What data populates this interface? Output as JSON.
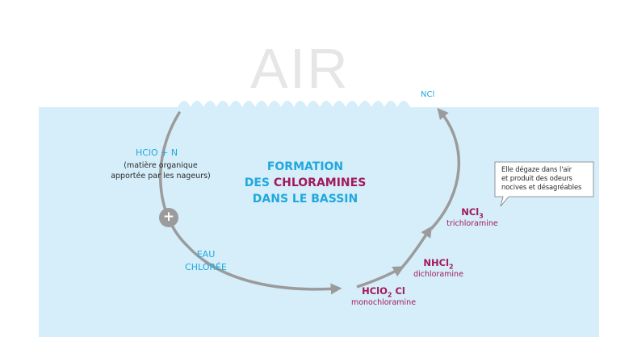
{
  "air_label": "AIR",
  "top_product": "NCl",
  "reactant": {
    "title": "HClO + N",
    "note_line1": "(matière organique",
    "note_line2": "apportée par les nageurs)"
  },
  "title": {
    "line1": "FORMATION",
    "line2_prefix": "DES ",
    "line2_highlight": "CHLORAMINES",
    "line3": "DANS LE BASSIN"
  },
  "eau_line1": "EAU",
  "eau_line2": "CHLORÉE",
  "plus_symbol": "+",
  "products": [
    {
      "formula": "HClO",
      "sub": "2",
      "suffix": " Cl",
      "name": "monochloramine"
    },
    {
      "formula": "NHCl",
      "sub": "2",
      "suffix": "",
      "name": "dichloramine"
    },
    {
      "formula": "NCl",
      "sub": "3",
      "suffix": "",
      "name": "trichloramine"
    }
  ],
  "callout": {
    "line1": "Elle dégaze dans l'air",
    "line2": "et produit des odeurs",
    "line3": "nocives et désagréables"
  },
  "colors": {
    "water": "#d5eefa",
    "arrow": "#9b9b9b",
    "cyan": "#21a8dc",
    "purple": "#a3195b",
    "air_text": "#e6e6e6"
  }
}
